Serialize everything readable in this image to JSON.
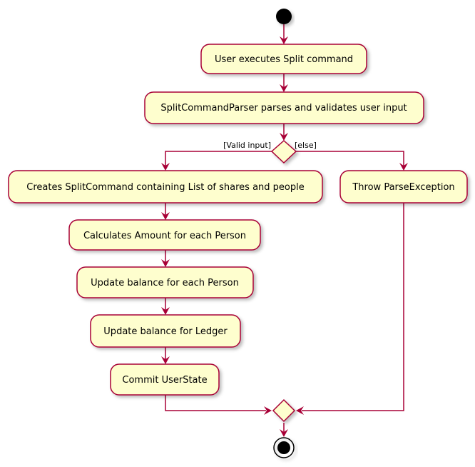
{
  "diagram": {
    "type": "activity",
    "colors": {
      "box_fill": "#FEFECE",
      "border": "#A80036",
      "node": "#000000",
      "background": "#FFFFFF"
    },
    "activities": {
      "user_executes": "User executes Split command",
      "parser_parses": "SplitCommandParser parses and validates user input",
      "creates_command": "Creates SplitCommand containing List of shares and people",
      "calculates_amount": "Calculates Amount for each Person",
      "update_person_balance": "Update balance for each Person",
      "update_ledger_balance": "Update balance for Ledger",
      "commit_userstate": "Commit UserState",
      "throw_exception": "Throw ParseException"
    },
    "guards": {
      "valid": "[Valid input]",
      "else": "[else]"
    }
  }
}
